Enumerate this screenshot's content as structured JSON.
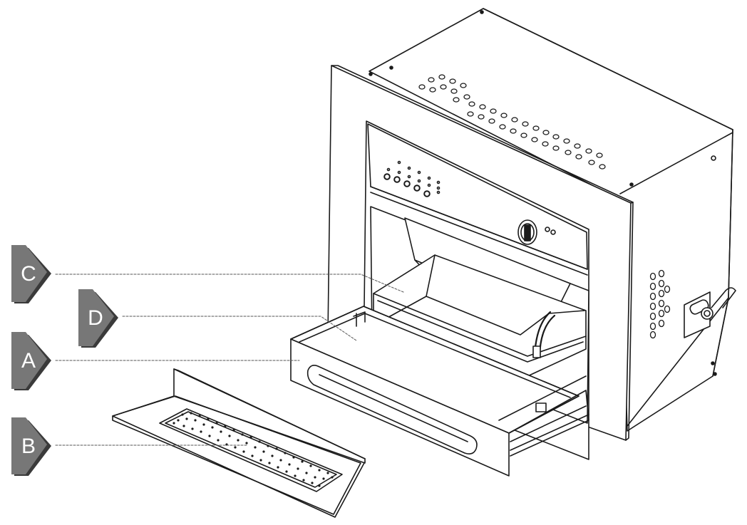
{
  "callouts": [
    {
      "id": "C",
      "letter": "C"
    },
    {
      "id": "D",
      "letter": "D"
    },
    {
      "id": "A",
      "letter": "A"
    },
    {
      "id": "B",
      "letter": "B"
    }
  ],
  "colors": {
    "tab_fill": "#777777",
    "tab_shadow": "#3a3a3a",
    "line": "#1a1a1a",
    "leader": "#555555",
    "background": "#ffffff"
  }
}
